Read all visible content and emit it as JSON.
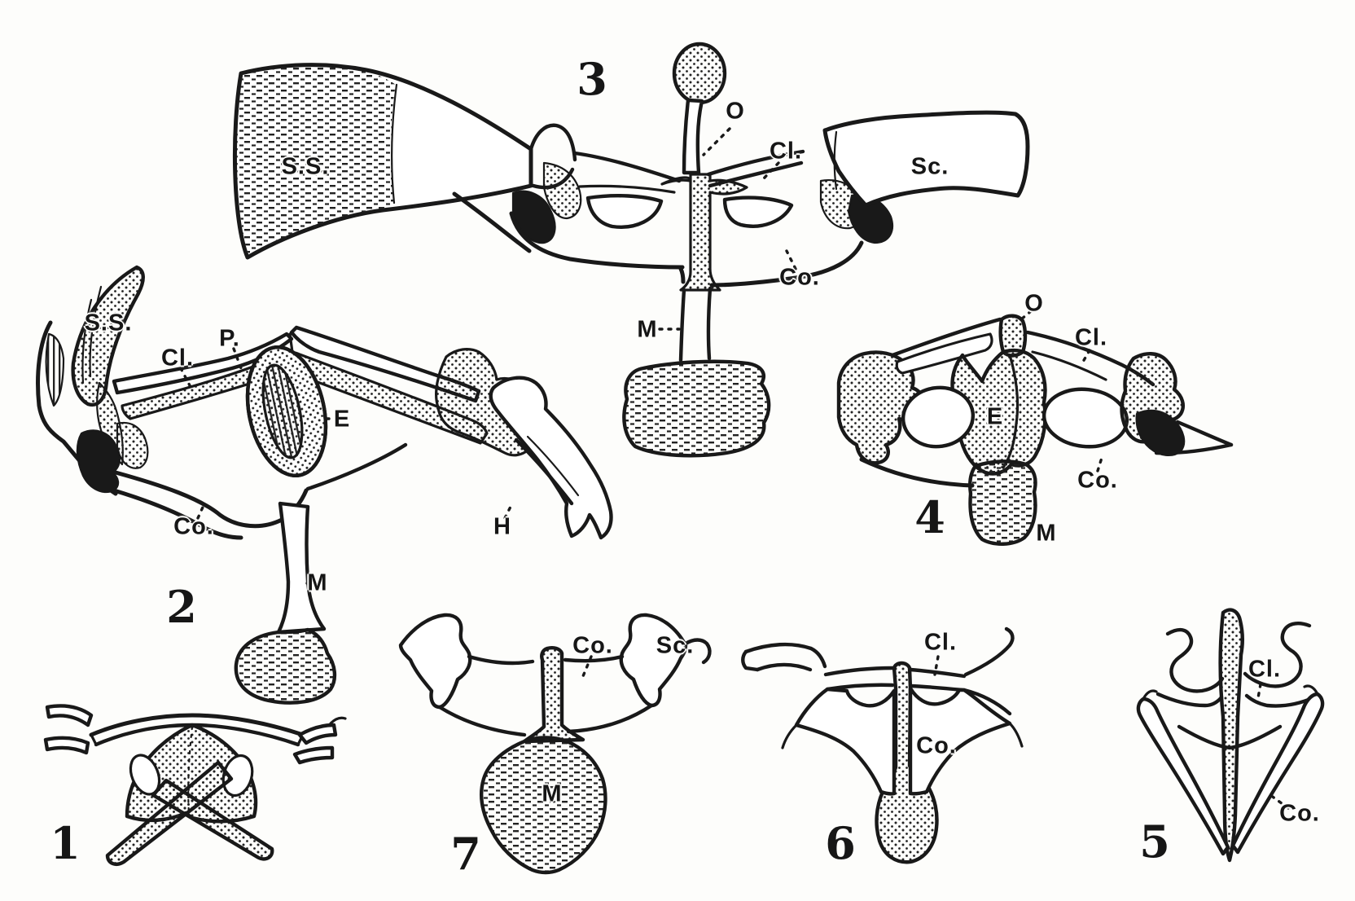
{
  "plate": {
    "ink_color": "#191919",
    "paper_color": "#fdfdfb",
    "figures": [
      {
        "id": "3",
        "labels": {
          "ss": "S.S.",
          "o": "O",
          "cl": "Cl.",
          "sc": "Sc.",
          "co": "Co.",
          "m": "M"
        }
      },
      {
        "id": "2",
        "labels": {
          "ss": "S.S.",
          "cl": "Cl.",
          "p": "P.",
          "e": "E",
          "co": "Co.",
          "h": "H",
          "m": "M"
        }
      },
      {
        "id": "4",
        "labels": {
          "o": "O",
          "cl": "Cl.",
          "e": "E",
          "co": "Co.",
          "m": "M"
        }
      },
      {
        "id": "1",
        "labels": {}
      },
      {
        "id": "7",
        "labels": {
          "co": "Co.",
          "sc": "Sc.",
          "m": "M"
        }
      },
      {
        "id": "6",
        "labels": {
          "cl": "Cl.",
          "co": "Co."
        }
      },
      {
        "id": "5",
        "labels": {
          "cl": "Cl.",
          "co": "Co."
        }
      }
    ]
  }
}
